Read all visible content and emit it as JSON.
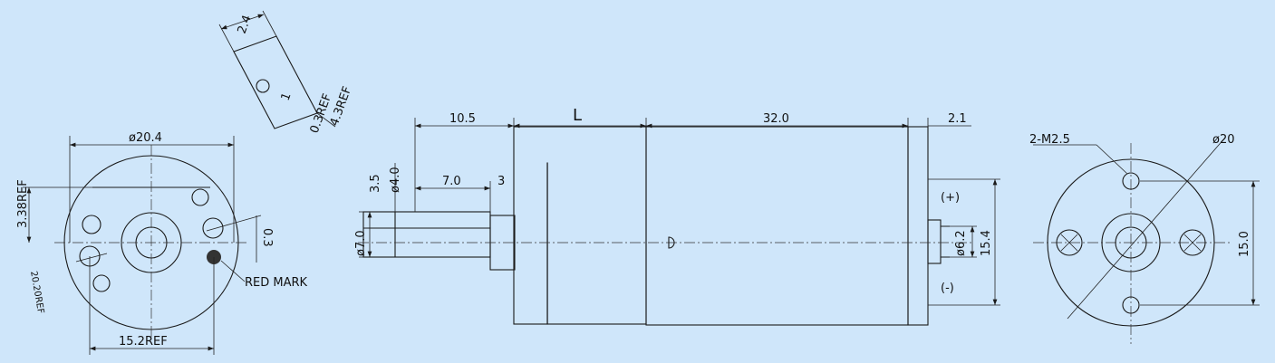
{
  "colors": {
    "background": "#cfe6fa",
    "line": "#1a1a1a",
    "red_mark": "#1a1a1a"
  },
  "front_view": {
    "dia_outer": "ø20.4",
    "offset_338": "3.38REF",
    "gap_03": "0.3",
    "ref_2030": "20.20REF",
    "width_152": "15.2REF",
    "red_mark": "RED MARK"
  },
  "detail_view": {
    "dim_24": "2.4",
    "dim_1": "1",
    "dim_43": "4.3REF",
    "dim_03": "0.3REF"
  },
  "side_view": {
    "dim_105": "10.5",
    "dim_L": "L",
    "dim_320": "32.0",
    "dim_21": "2.1",
    "dim_35": "3.5",
    "dim_40": "ø4.0",
    "dim_70": "7.0",
    "dim_3": "3",
    "dim_dia7": "ø7.0",
    "dim_62": "ø6.2",
    "dim_154": "15.4",
    "plus": "(+)",
    "minus": "(-)"
  },
  "rear_view": {
    "screws": "2-M2.5",
    "dia": "ø20",
    "dim_150": "15.0"
  }
}
